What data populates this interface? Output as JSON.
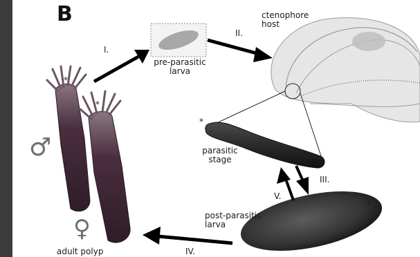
{
  "panel_letter": "B",
  "labels": {
    "pre_parasitic": "pre-parasitic\nlarva",
    "ctenophore": "ctenophore\nhost",
    "parasitic": "parasitic\nstage",
    "post_parasitic": "post-parasitic\nlarva",
    "adult": "adult polyp"
  },
  "steps": {
    "I": "I.",
    "II": "II.",
    "III": "III.",
    "IV": "IV.",
    "V": "V."
  },
  "asterisk": "*",
  "sex_symbols": {
    "male": "♂",
    "female": "♀"
  },
  "colors": {
    "background_dark": "#3b3b3b",
    "panel": "#ffffff",
    "arrow": "#000000",
    "polyp": "#4a2e3e",
    "larva": "#3a3a3a"
  }
}
